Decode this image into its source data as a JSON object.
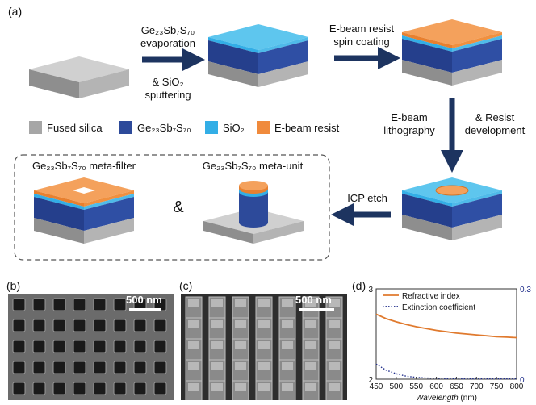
{
  "panel_labels": {
    "a": "(a)",
    "b": "(b)",
    "c": "(c)",
    "d": "(d)"
  },
  "steps": {
    "evaporation_line1": "Ge₂₃Sb₇S₇₀",
    "evaporation_line2": "evaporation",
    "sputtering_line1": "& SiO₂",
    "sputtering_line2": "sputtering",
    "spin_line1": "E-beam resist",
    "spin_line2": "spin coating",
    "litho_line1": "E-beam",
    "litho_line2": "lithography",
    "develop_line1": "& Resist",
    "develop_line2": "development",
    "icp": "ICP etch",
    "amp": "&"
  },
  "legend": [
    {
      "label": "Fused silica",
      "color": "#a6a6a6"
    },
    {
      "label": "Ge₂₃Sb₇S₇₀",
      "color": "#2d4a9a"
    },
    {
      "label": "SiO₂",
      "color": "#33aee6"
    },
    {
      "label": "E-beam resist",
      "color": "#f08a3c"
    }
  ],
  "products": {
    "filter_title": "Ge₂₃Sb₇S₇₀ meta-filter",
    "unit_title": "Ge₂₃Sb₇S₇₀ meta-unit"
  },
  "sem": {
    "b_scale": "500 nm",
    "c_scale": "500 nm"
  },
  "chart_data": {
    "type": "line",
    "x": [
      450,
      475,
      500,
      525,
      550,
      575,
      600,
      625,
      650,
      675,
      700,
      725,
      750,
      775,
      800
    ],
    "series": [
      {
        "name": "Refractive index",
        "axis": "left",
        "color": "#e07a2e",
        "style": "solid",
        "values": [
          2.72,
          2.67,
          2.635,
          2.605,
          2.58,
          2.56,
          2.54,
          2.525,
          2.51,
          2.5,
          2.49,
          2.48,
          2.47,
          2.465,
          2.46
        ]
      },
      {
        "name": "Extinction coefficient",
        "axis": "right",
        "color": "#1f2d8a",
        "style": "dotted",
        "values": [
          0.05,
          0.03,
          0.018,
          0.01,
          0.006,
          0.004,
          0.003,
          0.002,
          0.002,
          0.001,
          0.001,
          0.001,
          0.001,
          0.001,
          0.001
        ]
      }
    ],
    "xlabel": "Wavelength",
    "xunit": "(nm)",
    "xlim": [
      450,
      800
    ],
    "xticks": [
      "450",
      "500",
      "550",
      "600",
      "650",
      "700",
      "750",
      "800"
    ],
    "ylim_left": [
      2,
      3
    ],
    "yticks_left": [
      "2",
      "3"
    ],
    "ylim_right": [
      0,
      0.3
    ],
    "yticks_right": [
      "0",
      "0.3"
    ],
    "legend_position": "top"
  }
}
